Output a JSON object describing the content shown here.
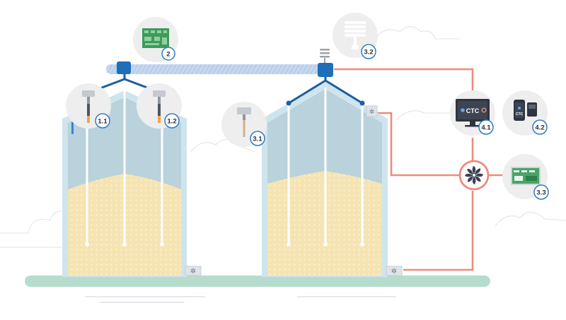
{
  "diagram": {
    "labels": {
      "sensor_1_1": "1.1",
      "sensor_1_2": "1.2",
      "controller_board": "2",
      "sensor_3_1": "3.1",
      "weather_station": "3.2",
      "io_board": "3.3",
      "computer": "4.1",
      "phone": "4.2"
    },
    "computer_logo_text": "CTC",
    "phone_logo_text": "CTC",
    "colors": {
      "silo_wall": "#c9e2ea",
      "silo_inner": "#b7d1db",
      "grain": "#f5e3b2",
      "grain_dots": "#ffffff",
      "ground": "#b6dccd",
      "cable_blue": "#1f5e9e",
      "node_blue": "#1e6eb8",
      "tube": "#c7d9ef",
      "red_line": "#ef8a7c",
      "badge_stroke": "#2e7bc4",
      "icon_circle": "#eeeeee"
    }
  }
}
